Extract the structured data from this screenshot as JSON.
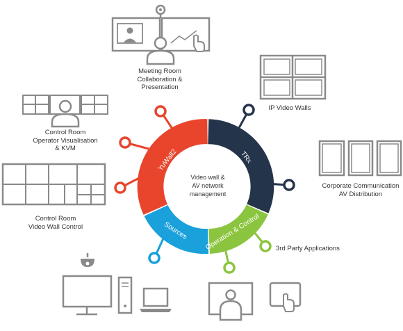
{
  "center": {
    "line1": "Video wall &",
    "line2": "AV network",
    "line3": "management"
  },
  "segments": {
    "yuwall": "YuWall2",
    "trix": "TRx",
    "sources": "Sources",
    "operation": "Operation & Control"
  },
  "labels": {
    "meeting": [
      "Meeting Room",
      "Collaboration &",
      "Presentation"
    ],
    "ip_walls": [
      "IP Video Walls"
    ],
    "control_operator": [
      "Control Room",
      "Operator Visualisation",
      "& KVM"
    ],
    "corporate": [
      "Corporate Communication",
      "AV Distribution"
    ],
    "control_wall": [
      "Control Room",
      "Video Wall Control"
    ],
    "third_party": [
      "3rd Party Applications"
    ]
  },
  "colors": {
    "red": "#e8452c",
    "navy": "#24344a",
    "blue": "#1aa0da",
    "green": "#8bc53f",
    "icon_gray": "#8a8a8a",
    "text": "#333333"
  },
  "icons": [
    "camera-icon",
    "presenter-icon",
    "touch-hand-icon",
    "video-wall-icon",
    "operator-icon",
    "monitor-icon",
    "desktop-tower-icon",
    "laptop-icon",
    "security-camera-icon",
    "user-screen-icon",
    "tablet-touch-icon"
  ]
}
